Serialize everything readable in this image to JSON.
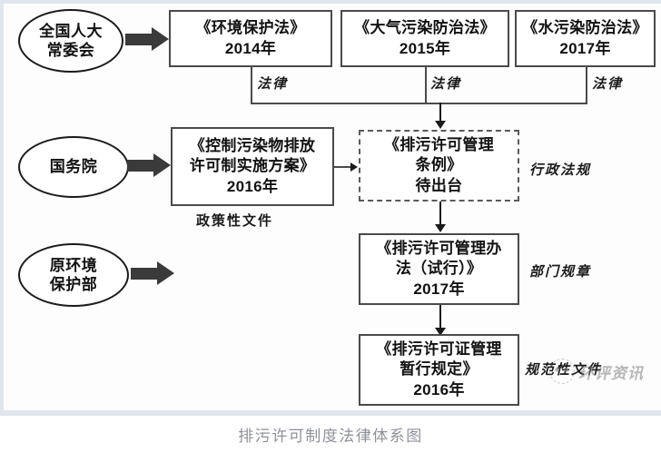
{
  "caption": "排污许可制度法律体系图",
  "watermark": {
    "text": "环评资讯",
    "logo_icon": "circle-face-logo-icon"
  },
  "actors": [
    {
      "id": "npc",
      "lines": [
        "全国人大",
        "常委会"
      ]
    },
    {
      "id": "state-council",
      "lines": [
        "国务院"
      ]
    },
    {
      "id": "mep",
      "lines": [
        "原环境",
        "保护部"
      ]
    }
  ],
  "laws": [
    {
      "id": "env-protection-law",
      "title": "《环境保护法》",
      "year": "2014年",
      "edge_label": "法律"
    },
    {
      "id": "air-pollution-law",
      "title": "《大气污染防治法》",
      "year": "2015年",
      "edge_label": "法律"
    },
    {
      "id": "water-pollution-law",
      "title": "《水污染防治法》",
      "year": "2017年",
      "edge_label": "法律"
    }
  ],
  "documents": {
    "policy_plan": {
      "id": "permit-implementation-plan",
      "lines": [
        "《控制污染物排放",
        "许可制实施方案》"
      ],
      "year": "2016年",
      "category_label": "政策性文件",
      "style": "solid"
    },
    "regulation": {
      "id": "permit-management-regulation",
      "lines": [
        "《排污许可管理",
        "条例》"
      ],
      "status": "待出台",
      "category_label": "行政法规",
      "style": "dashed"
    },
    "department_rule": {
      "id": "permit-management-measures",
      "lines": [
        "《排污许可管理办",
        "法（试行）》"
      ],
      "year": "2017年",
      "category_label": "部门规章",
      "style": "solid"
    },
    "normative_doc": {
      "id": "permit-interim-provisions",
      "lines": [
        "《排污许可证管理",
        "暂行规定》"
      ],
      "year": "2016年",
      "category_label": "规范性文件",
      "style": "solid"
    }
  },
  "colors": {
    "node_border": "#4a4a4a",
    "ellipse_border": "#1a1a1a",
    "arrow": "#3a3a3a",
    "text": "#111111",
    "caption": "#8d9199",
    "background": "#ffffff"
  }
}
